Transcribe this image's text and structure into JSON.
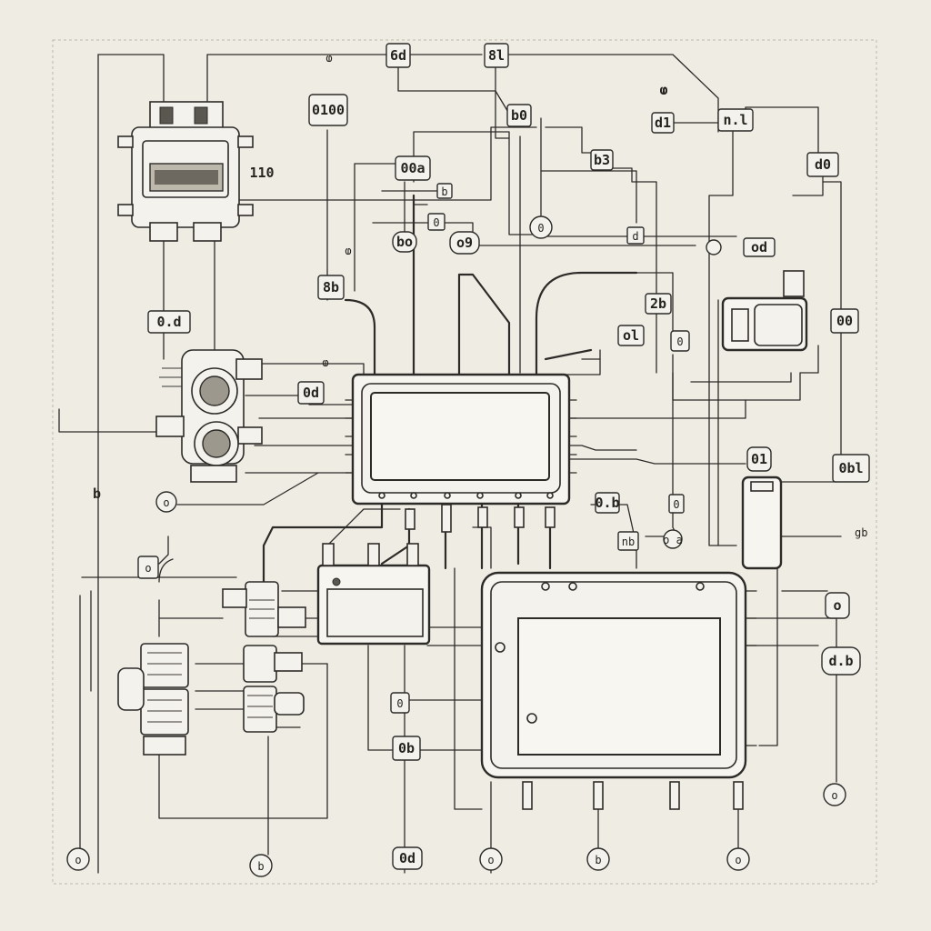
{
  "labels": {
    "top_sd": "6d",
    "top_sl": "8l",
    "tag_0100": "0100",
    "tag_b0": "b0",
    "tag_glyph_top": "ⱷ",
    "tag_d1_top": "d1",
    "tag_nl": "n.l",
    "tag_110": "110",
    "tag_ooa": "00a",
    "tag_b_small": "b",
    "tag_bd_right": "b",
    "tag_0_mid": "0",
    "tag_bo": "bo",
    "tag_b3": "b3",
    "tag_o9": "o9",
    "tag_od": "od",
    "tag_8b": "8b",
    "tag_o_d": "0.d",
    "tag_2b": "2b",
    "tag_bo2": "bo",
    "tag_ol": "ol",
    "tag_0l_left": "0.b",
    "tag_00_right": "00",
    "tag_od_mid": "0d",
    "tag_01": "01",
    "tag_obl": "0bl",
    "tag_d10": "d0",
    "tag_d_small": "d",
    "tag_o_plug": "o",
    "tag_nb": "nb",
    "tag_oa": "o a",
    "tag_db": "d.b",
    "tag_gb": "gb",
    "tag_od_right": "0",
    "tag_0b_bottom": "0b",
    "tag_bottom_1": "o",
    "tag_bottom_2": "b",
    "tag_bottom_3": "0d",
    "tag_bottom_4": "o",
    "tag_bottom_5": "b",
    "tag_bottom_6": "o",
    "tag_right_bottom": "o",
    "tag_left_side": "b",
    "tag_left_o": "o",
    "tag_g_left": "o"
  }
}
